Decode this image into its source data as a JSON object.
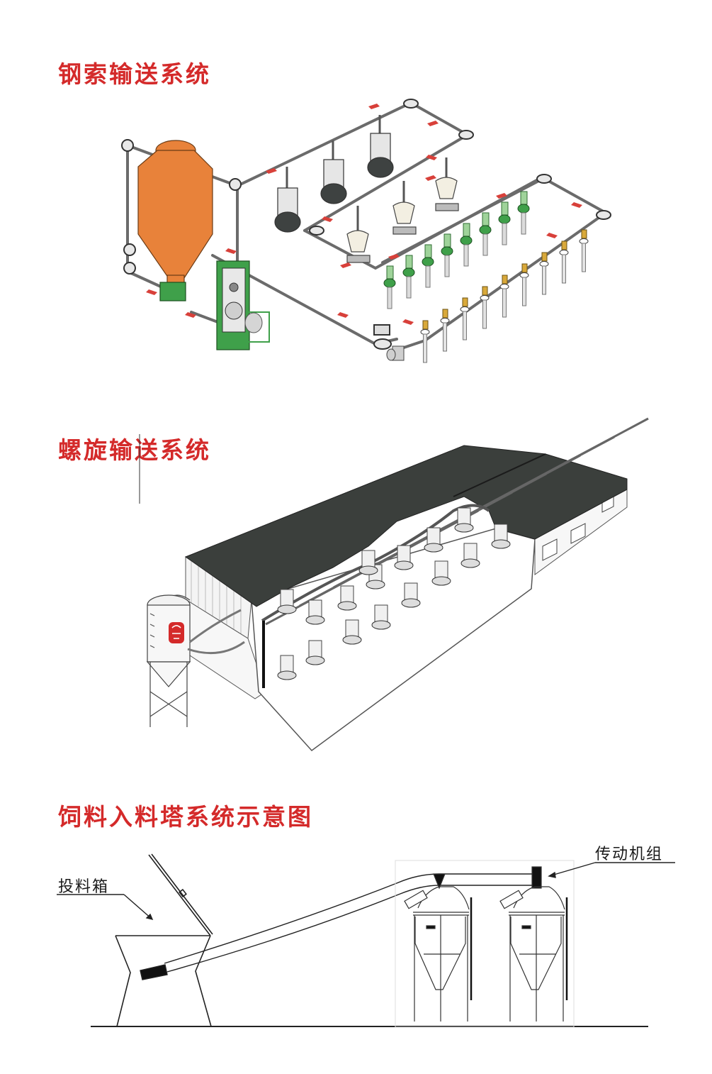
{
  "sections": [
    {
      "title": "钢索输送系统",
      "diagram": "cable-conveying-system",
      "components": [
        "feed-silo",
        "drive-unit",
        "cable-pipeline",
        "corner-wheels",
        "hanging-feeders",
        "pan-feeders",
        "drop-tubes",
        "direction-arrows"
      ]
    },
    {
      "title": "螺旋输送系统",
      "diagram": "auger-conveying-system",
      "components": [
        "feed-silo",
        "barn-roof-cutaway",
        "auger-lines",
        "feeders",
        "barn-windows"
      ]
    },
    {
      "title": "饲料入料塔系统示意图",
      "diagram": "feed-intake-tower-system",
      "labels": {
        "hopper": "投料箱",
        "drive": "传动机组"
      },
      "components": [
        "feed-hopper",
        "inclined-auger",
        "silo-left",
        "silo-right",
        "drive-unit",
        "ground-line"
      ]
    }
  ],
  "colors": {
    "title": "#d42a2a",
    "silo_orange": "#e8823a",
    "drive_green": "#3fa04a",
    "arrow_red": "#d8403a",
    "pipe_gray": "#6b6b6b",
    "roof_dark": "#3b3f3c"
  }
}
